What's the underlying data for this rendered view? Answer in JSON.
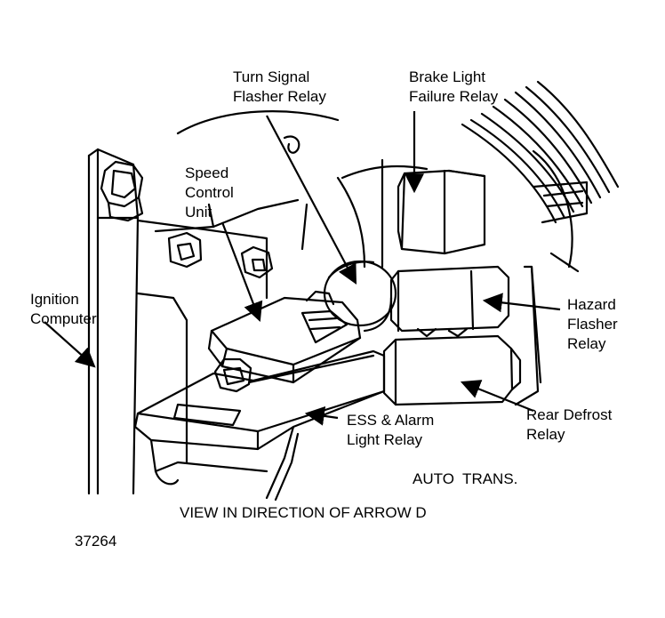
{
  "labels": {
    "turn_signal": [
      "Turn Signal",
      "Flasher Relay"
    ],
    "brake_light": [
      "Brake Light",
      "Failure Relay"
    ],
    "speed_control": [
      "Speed",
      "Control",
      "Unit"
    ],
    "ignition": [
      "Ignition",
      "Computer"
    ],
    "hazard": [
      "Hazard",
      "Flasher",
      "Relay"
    ],
    "rear_defrost": [
      "Rear Defrost",
      "Relay"
    ],
    "ess_alarm": [
      "ESS & Alarm",
      "Light Relay"
    ],
    "auto_trans": "AUTO  TRANS.",
    "view_direction": "VIEW IN DIRECTION OF ARROW D",
    "figure_number": "37264"
  },
  "colors": {
    "ink": "#000000",
    "paper": "#ffffff"
  }
}
